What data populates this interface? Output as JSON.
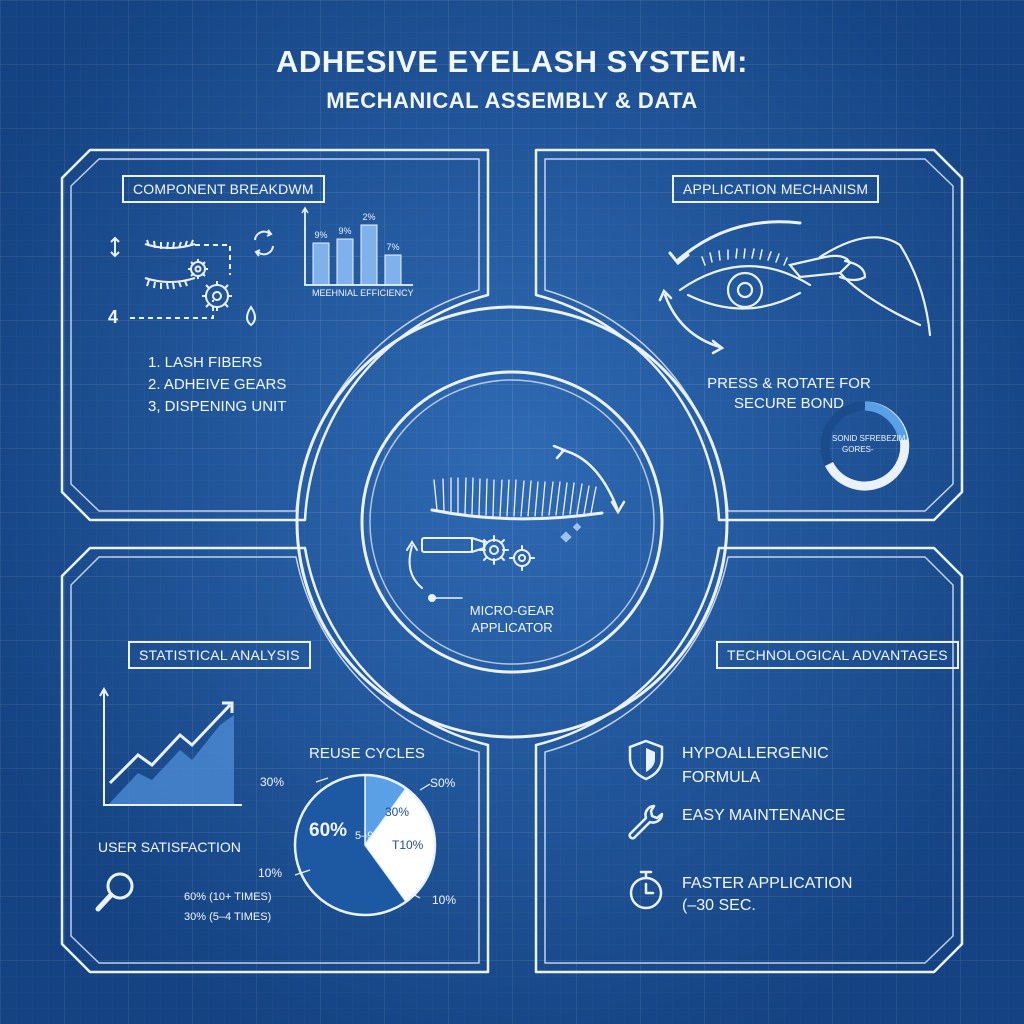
{
  "header": {
    "title": "ADHESIVE EYELASH SYSTEM:",
    "subtitle": "MECHANICAL ASSEMBLY & DATA"
  },
  "component_breakdown": {
    "label": "COMPONENT BREAKDWM",
    "callout_number": "4",
    "chart_values": [
      "9%",
      "9%",
      "2%",
      "7%"
    ],
    "chart_caption": "MEEHNIAL EFFICIENCY",
    "items": [
      "1. LASH FIBERS",
      "2. ADHEIVE GEARS",
      "3, DISPENING UNIT"
    ]
  },
  "application_mechanism": {
    "label": "APPLICATION MECHANISM",
    "instruction_line1": "PRESS & ROTATE FOR",
    "instruction_line2": "SECURE BOND",
    "gauge_line1": "SONID SFREBEZIM",
    "gauge_line2": "GORES-"
  },
  "center": {
    "line1": "MICRO-GEAR",
    "line2": "APPLICATOR"
  },
  "statistical_analysis": {
    "label": "STATISTICAL ANALYSIS",
    "satisfaction_label": "USER SATISFACTION",
    "pie_title": "REUSE CYCLES",
    "pie_center": "60%",
    "pie_inner_left": "5–9",
    "pie_inner_right_top": "30%",
    "pie_inner_right_bottom": "T10%",
    "callout_top_left": "30%",
    "callout_top_right": "S0%",
    "callout_left": "10%",
    "callout_bottom_right": "10%",
    "legend": [
      "60% (10+ TIMES)",
      "30% (5–4 TIMES)"
    ]
  },
  "technological_advantages": {
    "label": "TECHNOLOGICAL ADVANTAGES",
    "item1_line1": "HYPOALLERGENIC",
    "item1_line2": "FORMULA",
    "item2": "EASY MAINTENANCE",
    "item3_line1": "FASTER APPLICATION",
    "item3_line2": "(–30 SEC."
  },
  "chart_data": [
    {
      "type": "bar",
      "categories": [
        "",
        "",
        "",
        ""
      ],
      "values": [
        9,
        9,
        2,
        7
      ],
      "title": "MEEHNIAL EFFICIENCY",
      "xlabel": "",
      "ylabel": ""
    },
    {
      "type": "pie",
      "title": "REUSE CYCLES",
      "values": [
        60,
        30,
        10
      ],
      "labels": [
        "60% (10+ TIMES)",
        "30% (5–4 TIMES)",
        "10%"
      ]
    }
  ],
  "colors": {
    "background": "#1d58a3",
    "line": "#eaf2ff",
    "accent": "#5aa0e6"
  }
}
